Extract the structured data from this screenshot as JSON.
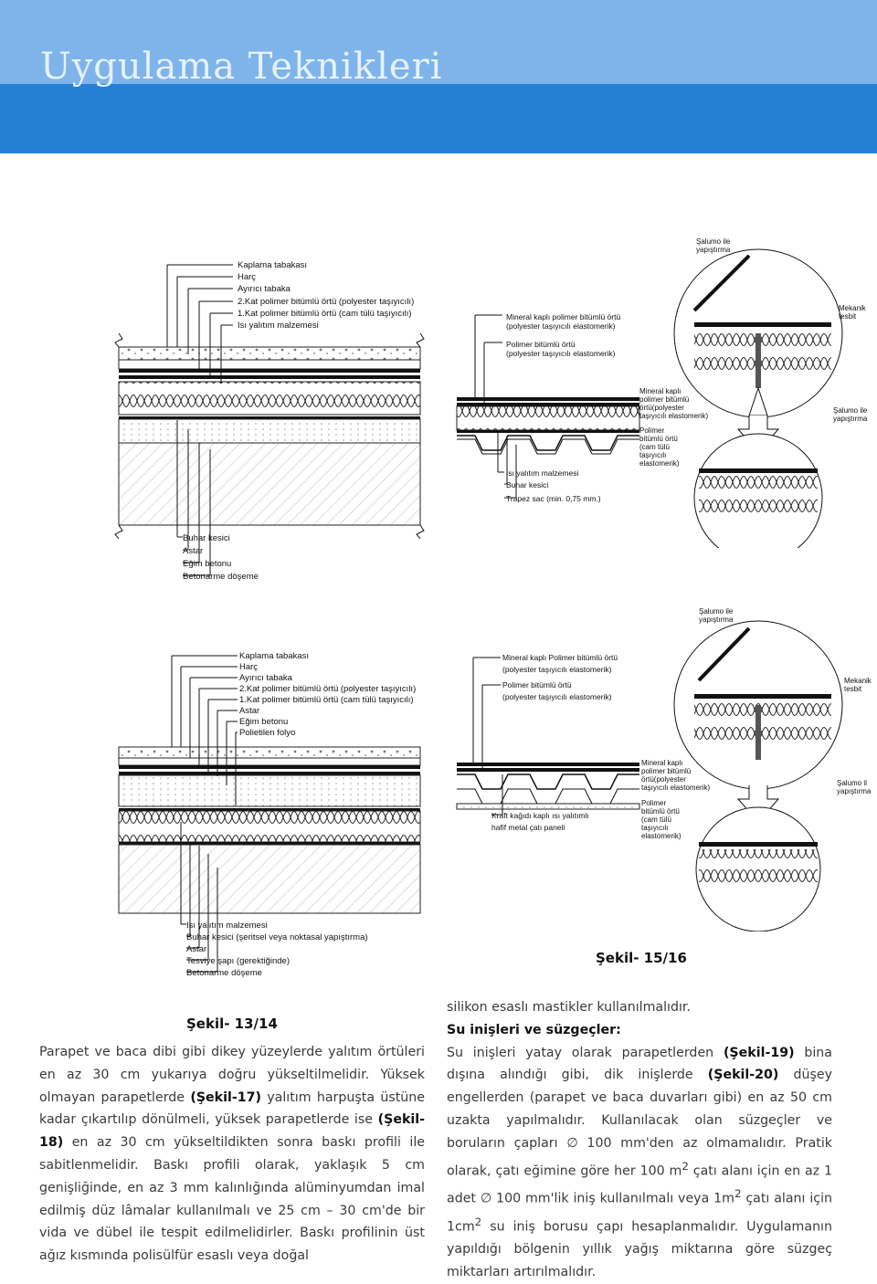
{
  "header": {
    "title": "Uygulama Teknikleri"
  },
  "fig13": {
    "top_labels": [
      "Kaplama tabakası",
      "Harç",
      "Ayırıcı tabaka",
      "2.Kat polimer bitümlü örtü (polyester taşıyıcılı)",
      "1.Kat polimer bitümlü örtü (cam tülü taşıyıcılı)",
      "Isı yalıtım malzemesi"
    ],
    "bottom_labels": [
      "Buhar kesici",
      "Astar",
      "Eğim betonu",
      "Betonarme döşeme"
    ]
  },
  "fig14": {
    "top_labels": [
      "Kaplama tabakası",
      "Harç",
      "Ayırıcı tabaka",
      "2.Kat polimer bitümlü örtü (polyester taşıyıcılı)",
      "1.Kat polimer bitümlü örtü (cam tülü taşıyıcılı)",
      "Astar",
      "Eğim betonu",
      "Polietilen folyo"
    ],
    "bottom_labels": [
      "Isı yalıtım malzemesi",
      "Buhar kesici (şeritsel veya noktasal yapıştırma)",
      "Astar",
      "Tesviye şapı (gerektiğinde)",
      "Betonarme döşeme"
    ]
  },
  "fig15": {
    "top_labels": [
      "Mineral kaplı polimer bitümlü örtü",
      "(polyester taşıyıcılı elastomerik)",
      "Polimer bitümlü örtü",
      "(polyester taşıyıcılı elastomerik)"
    ],
    "bottom_labels": [
      "Isı yalıtım malzemesi",
      "Buhar kesici",
      "Trapez sac (min. 0,75 mm.)"
    ],
    "detail_labels": [
      "Şalumo ile",
      "yapıştırma",
      "Mekanik",
      "tesbit",
      "Mineral kaplı",
      "polimer bitümlü",
      "örtü(polyester",
      "taşıyıcılı elastomerik)",
      "Şalumo ile",
      "yapıştırma",
      "Polimer",
      "bitümlü örtü",
      "(cam tülü",
      "taşıyıcılı",
      "elastomerik)"
    ]
  },
  "fig16": {
    "top_labels": [
      "Mineral kaplı Polimer bitümlü örtü",
      "(polyester taşıyıcılı elastomerik)",
      "Polimer bitümlü örtü",
      "(polyester taşıyıcılı elastomerik)"
    ],
    "bottom_labels": [
      "Kraft kağıdı kaplı ısı yalıtımlı",
      "hafif metal çatı paneli"
    ],
    "detail_labels": [
      "Şalumo ile",
      "yapıştırma",
      "Mekanik",
      "tesbit",
      "Mineral kaplı",
      "polimer bitümlü",
      "örtü(polyester",
      "taşıyıcılı elastomerik)",
      "Şalumo il",
      "yapıştırma",
      "Polimer",
      "bitümlü örtü",
      "(cam tülü",
      "taşıyıcılı",
      "elastomerik)"
    ]
  },
  "captions": {
    "left": "Şekil- 13/14",
    "right": "Şekil- 15/16"
  },
  "left_col": {
    "s1": "Parapet ve baca dibi gibi dikey yüzeylerde yalıtım örtüleri en az 30 cm yukarıya doğru yükseltilmelidir. Yüksek olmayan parapetlerde ",
    "b1": "(Şekil-17)",
    "s2": " yalıtım harpuşta üstüne kadar çıkartılıp dönülmeli, yüksek parapetlerde ise ",
    "b2": "(Şekil-18)",
    "s3": " en az 30 cm yükseltildikten sonra baskı profili ile sabitlenmelidir. Baskı profili olarak, yaklaşık 5 cm genişliğinde, en az 3 mm kalınlığında alüminyumdan imal edilmiş düz lâmalar kullanılmalı ve 25 cm – 30 cm'de bir vida ve dübel ile tespit edilmelidirler. Baskı profilinin üst ağız kısmında polisülfür esaslı veya doğal"
  },
  "right_col": {
    "lead": "silikon esaslı mastikler kullanılmalıdır.",
    "subheading": "Su inişleri ve süzgeçler:",
    "s1": "Su inişleri yatay olarak parapetlerden ",
    "b1": "(Şekil-19)",
    "s2": " bina dışına alındığı gibi, dik inişlerde ",
    "b2": "(Şekil-20)",
    "s3": " düşey engellerden (parapet ve baca duvarları gibi) en az 50 cm uzakta yapılmalıdır. Kullanılacak olan süzgeçler ve boruların çapları ∅ 100 mm'den az olmamalıdır. Pratik olarak, çatı eğimine göre her 100 m",
    "sup1": "2",
    "s4": " çatı alanı için en az 1 adet ∅ 100 mm'lik iniş kullanılmalı veya 1m",
    "sup2": "2",
    "s5": " çatı alanı için 1cm",
    "sup3": "2",
    "s6": " su iniş borusu çapı hesaplanmalıdır. Uygulamanın yapıldığı bölgenin yıllık yağış miktarına göre süzgeç miktarları artırılmalıdır."
  }
}
